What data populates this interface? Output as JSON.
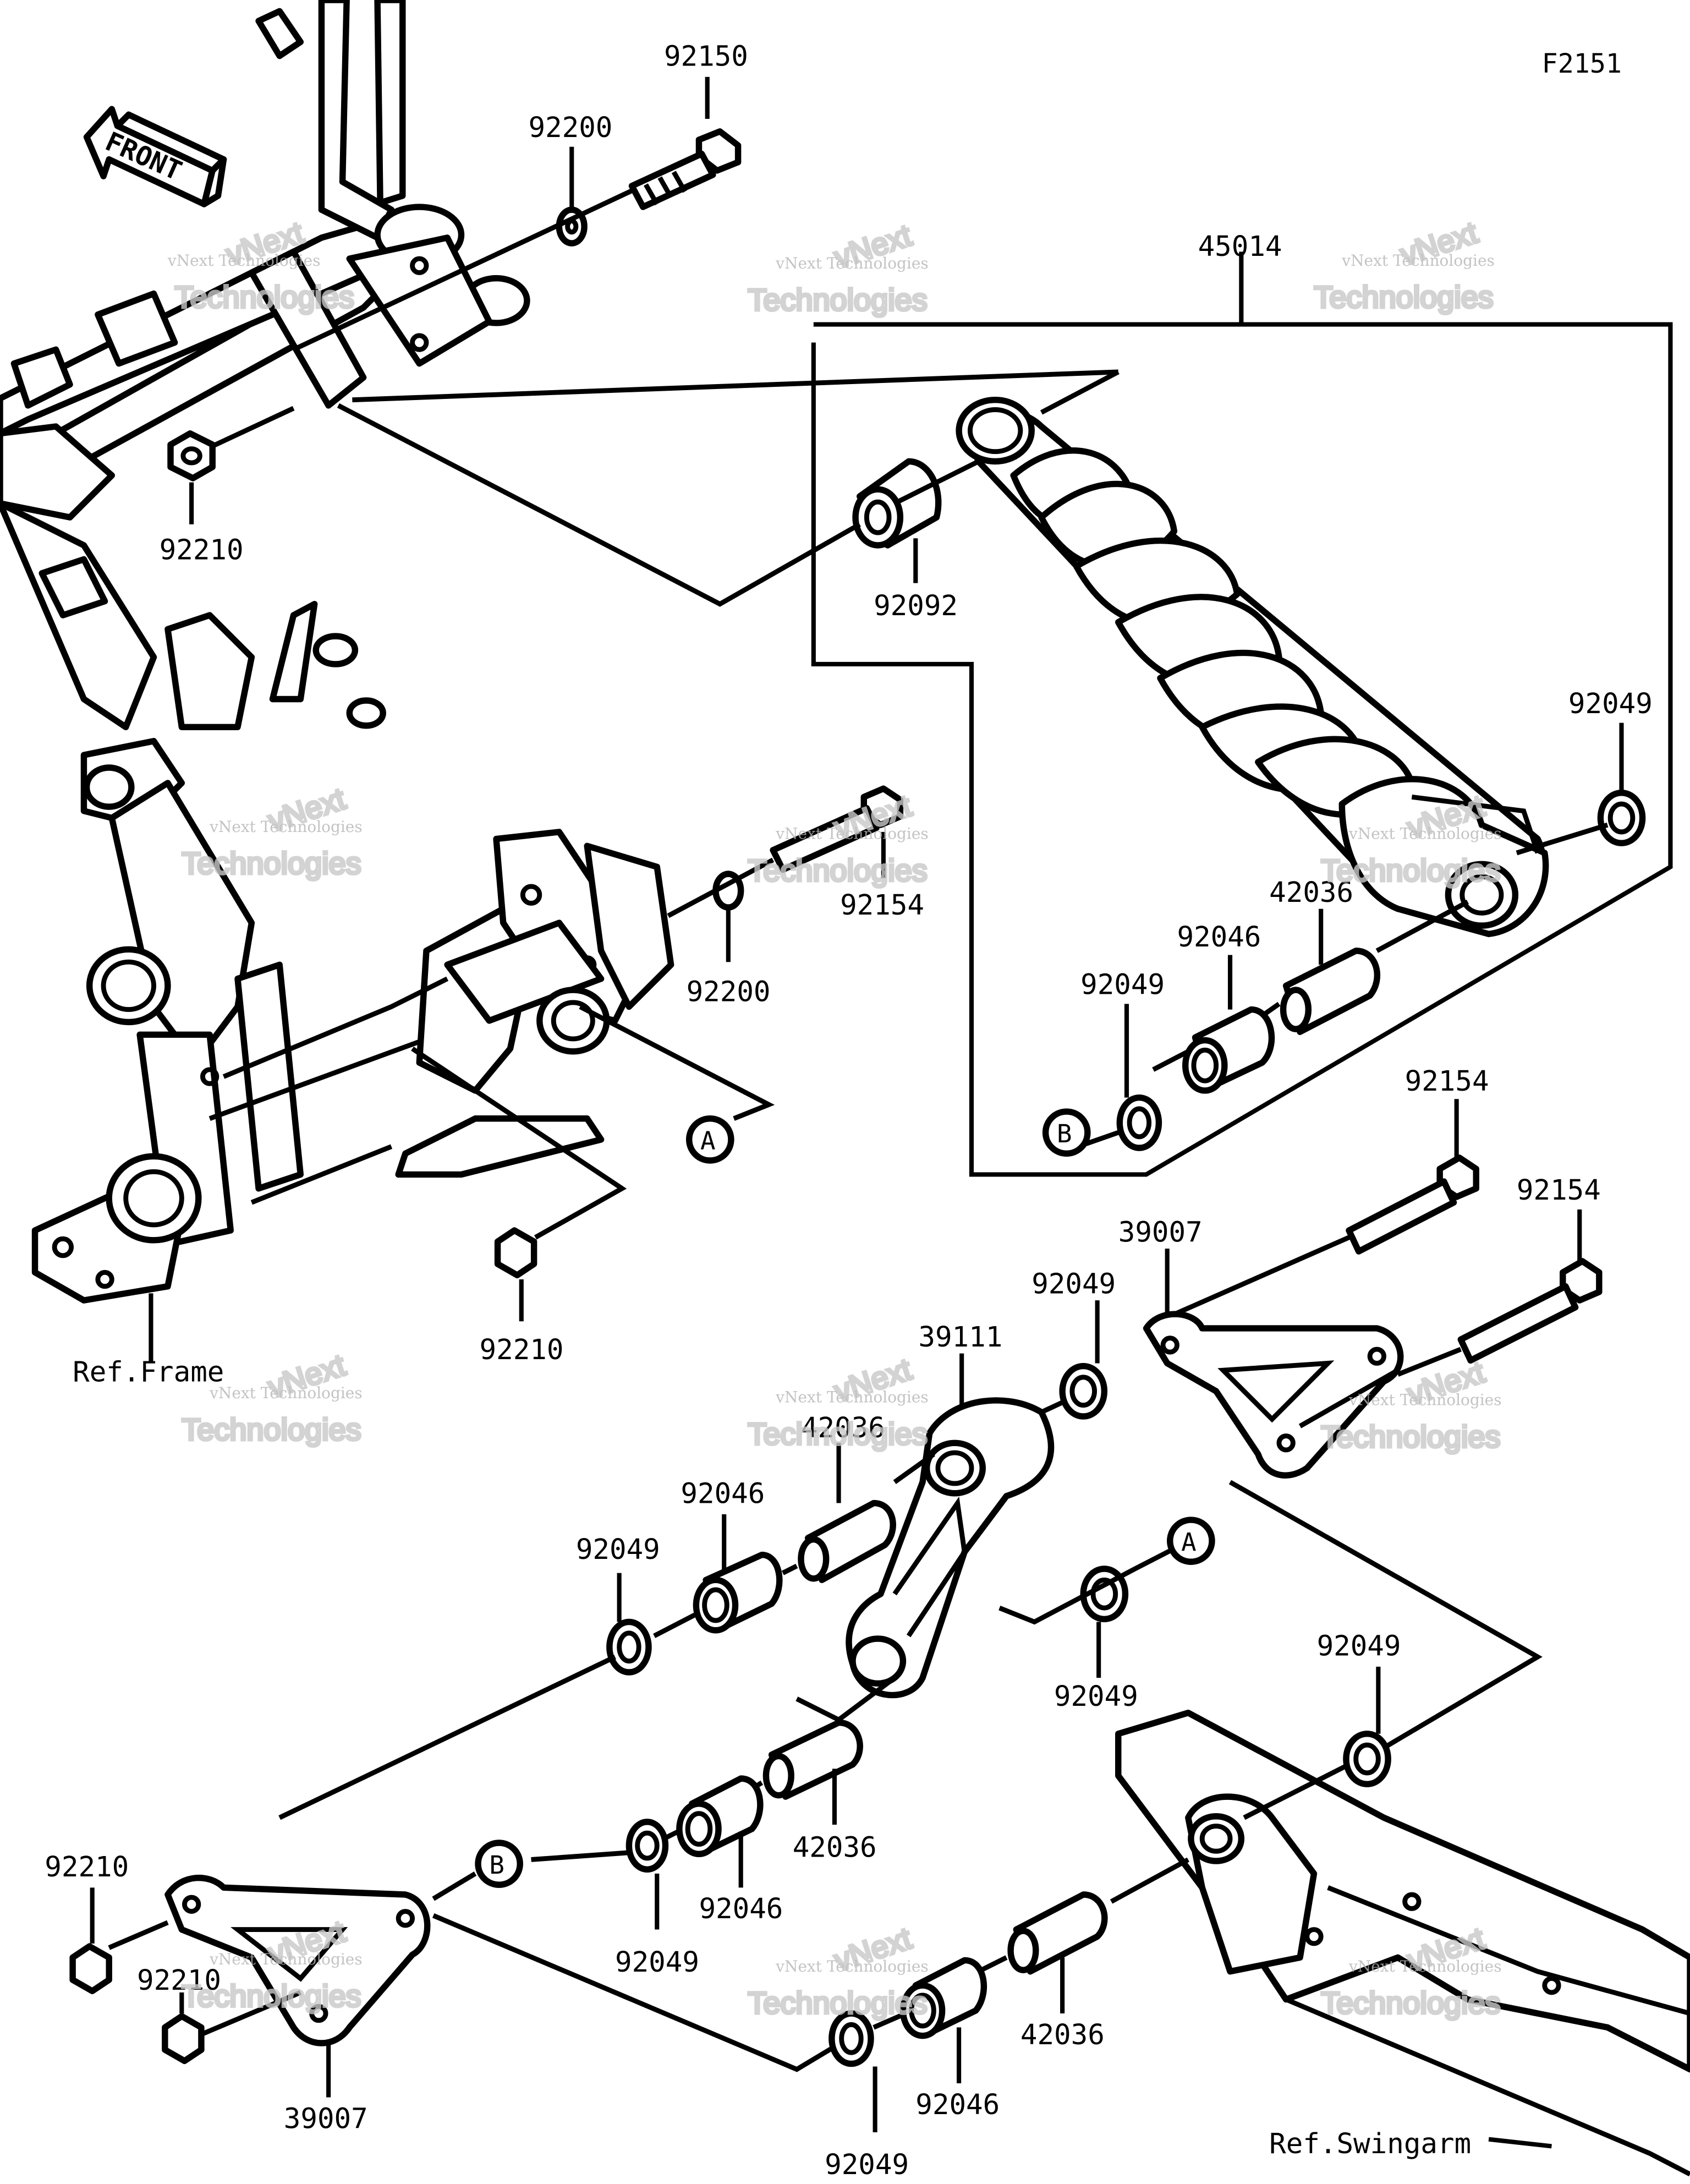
{
  "figure_code": "F2151",
  "front_arrow_text": "FRONT",
  "callouts": [
    {
      "id": "A",
      "text": "A"
    },
    {
      "id": "A2",
      "text": "A"
    },
    {
      "id": "B",
      "text": "B"
    },
    {
      "id": "B2",
      "text": "B"
    }
  ],
  "part_labels": {
    "p92150": "92150",
    "p92200_top": "92200",
    "p92210_top": "92210",
    "p45014": "45014",
    "p92092": "92092",
    "p92049_shock_right": "92049",
    "p92154_mid": "92154",
    "p92200_mid": "92200",
    "p42036_shock": "42036",
    "p92046_shock": "92046",
    "p92049_shock_left": "92049",
    "p92210_mid": "92210",
    "p92154_right1": "92154",
    "p92154_right2": "92154",
    "p39007_top": "39007",
    "p92049_link_top": "92049",
    "p39111": "39111",
    "p42036_link": "42036",
    "p92046_link": "92046",
    "p92049_link_left": "92049",
    "p92049_link_mid": "92049",
    "p92049_swingarm": "92049",
    "p42036_lower": "42036",
    "p92046_lower": "92046",
    "p92049_lower": "92049",
    "p92210_bot1": "92210",
    "p92210_bot2": "92210",
    "p39007_bot": "39007",
    "p42036_bottom": "42036",
    "p92046_bottom": "92046",
    "p92049_bottom": "92049"
  },
  "references": {
    "frame": "Ref.Frame",
    "swingarm": "Ref.Swingarm"
  },
  "watermark": {
    "line1": "vNext Technologies",
    "line2": "Technologies",
    "line3": "vNext"
  }
}
